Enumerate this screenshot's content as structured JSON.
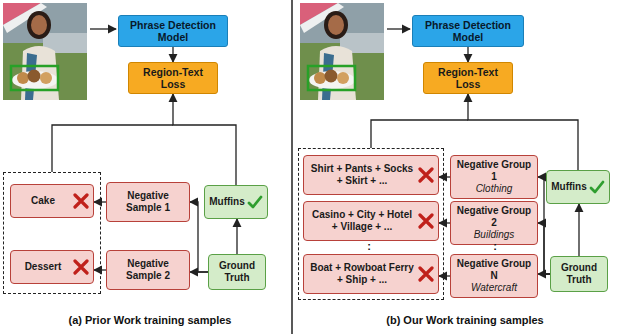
{
  "diagram": {
    "nodes": [
      {
        "text": [
          "Phrase Detection Model"
        ]
      },
      {
        "text": [
          "Region-Text Loss"
        ]
      },
      {
        "text": [
          "Cake"
        ]
      },
      {
        "text": [
          "Negative Sample 1"
        ]
      },
      {
        "text": [
          "Muffins"
        ]
      },
      {
        "text": [
          "Dessert"
        ]
      },
      {
        "text": [
          "Negative Sample 2"
        ]
      },
      {
        "text": [
          "Ground Truth"
        ]
      },
      {
        "text": [
          "Phrase Detection Model"
        ]
      },
      {
        "text": [
          "Region-Text Loss"
        ]
      },
      {
        "text": [
          "Shirt + Pants + Socks + Skirt + ..."
        ]
      },
      {
        "text": [
          "Negative Group 1",
          "Clothing"
        ]
      },
      {
        "text": [
          "Muffins"
        ]
      },
      {
        "text": [
          "Casino + City + Hotel + Village + ..."
        ]
      },
      {
        "text": [
          "Negative Group 2",
          "Buildings"
        ]
      },
      {
        "text": [
          "Boat + Rowboat Ferry + Ship + ..."
        ]
      },
      {
        "text": [
          "Negative Group N",
          "Watercraft"
        ]
      },
      {
        "text": [
          "Ground Truth"
        ]
      }
    ],
    "edges": [
      {
        "from": 0,
        "to": 1,
        "arrow": "to"
      },
      {
        "from": 4,
        "to": 1,
        "arrow": "to"
      },
      {
        "from": 3,
        "to": 2,
        "arrow": "to"
      },
      {
        "from": 6,
        "to": 5,
        "arrow": "to"
      },
      {
        "from": 7,
        "to": 4,
        "arrow": "to"
      },
      {
        "from": 7,
        "to": 3,
        "arrow": "to"
      },
      {
        "from": 7,
        "to": 6,
        "arrow": "to"
      },
      {
        "from": 8,
        "to": 9,
        "arrow": "to"
      },
      {
        "from": 12,
        "to": 9,
        "arrow": "to"
      },
      {
        "from": 11,
        "to": 10,
        "arrow": "to"
      },
      {
        "from": 14,
        "to": 13,
        "arrow": "to"
      },
      {
        "from": 16,
        "to": 15,
        "arrow": "to"
      },
      {
        "from": 17,
        "to": 12,
        "arrow": "to"
      },
      {
        "from": 17,
        "to": 11,
        "arrow": "to"
      },
      {
        "from": 17,
        "to": 14,
        "arrow": "to"
      },
      {
        "from": 17,
        "to": 16,
        "arrow": "to"
      }
    ],
    "labels": [
      "(a) Prior Work training samples",
      "(b) Our Work training samples",
      ":",
      ":"
    ]
  }
}
